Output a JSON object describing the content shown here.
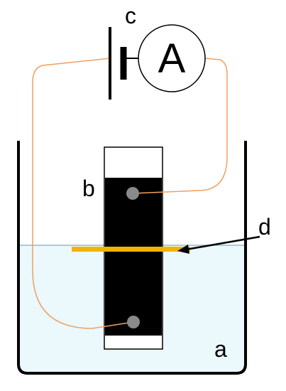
{
  "labels": {
    "beaker": "a",
    "electrode": "b",
    "ammeter_label": "c",
    "ammeter_symbol": "A",
    "strip": "d"
  },
  "colors": {
    "wire": "#f0a060",
    "liquid": "#ebf8fc",
    "liquid_surface": "#9bb8c4",
    "electrode": "#000000",
    "contact": "#8a8a8a",
    "strip": "#f2b400",
    "outline": "#000000"
  }
}
